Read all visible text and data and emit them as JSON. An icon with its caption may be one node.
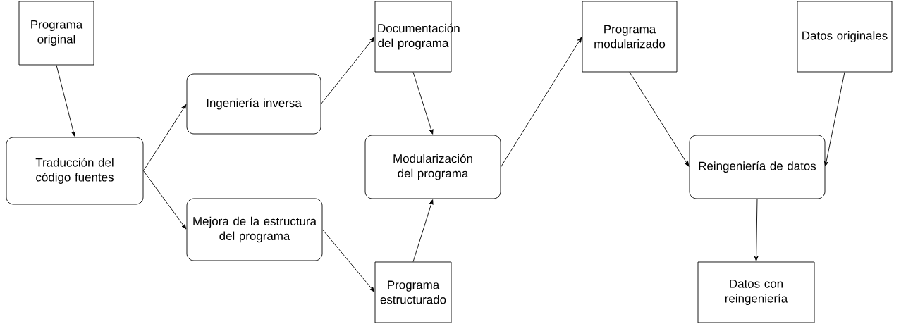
{
  "diagram": {
    "nodes": [
      {
        "text": [
          "Programa original"
        ]
      },
      {
        "text": [
          "Traducción del código fuentes"
        ]
      },
      {
        "text": [
          "Ingeniería inversa"
        ]
      },
      {
        "text": [
          "Mejora de la estructura del programa"
        ]
      },
      {
        "text": [
          "Documentación del programa"
        ]
      },
      {
        "text": [
          "Modularización del programa"
        ]
      },
      {
        "text": [
          "Programa estructurado"
        ]
      },
      {
        "text": [
          "Programa modularizado"
        ]
      },
      {
        "text": [
          "Datos originales"
        ]
      },
      {
        "text": [
          "Reingeniería de datos"
        ]
      },
      {
        "text": [
          "Datos con reingeniería"
        ]
      }
    ],
    "edges": [
      {
        "from": 0,
        "to": 1,
        "arrow": "to"
      },
      {
        "from": 1,
        "to": 2,
        "arrow": "to"
      },
      {
        "from": 1,
        "to": 3,
        "arrow": "to"
      },
      {
        "from": 2,
        "to": 4,
        "arrow": "to"
      },
      {
        "from": 4,
        "to": 5,
        "arrow": "to"
      },
      {
        "from": 3,
        "to": 6,
        "arrow": "to"
      },
      {
        "from": 6,
        "to": 5,
        "arrow": "to"
      },
      {
        "from": 5,
        "to": 7,
        "arrow": "to"
      },
      {
        "from": 7,
        "to": 9,
        "arrow": "to"
      },
      {
        "from": 8,
        "to": 9,
        "arrow": "to"
      },
      {
        "from": 9,
        "to": 10,
        "arrow": "to"
      }
    ]
  }
}
